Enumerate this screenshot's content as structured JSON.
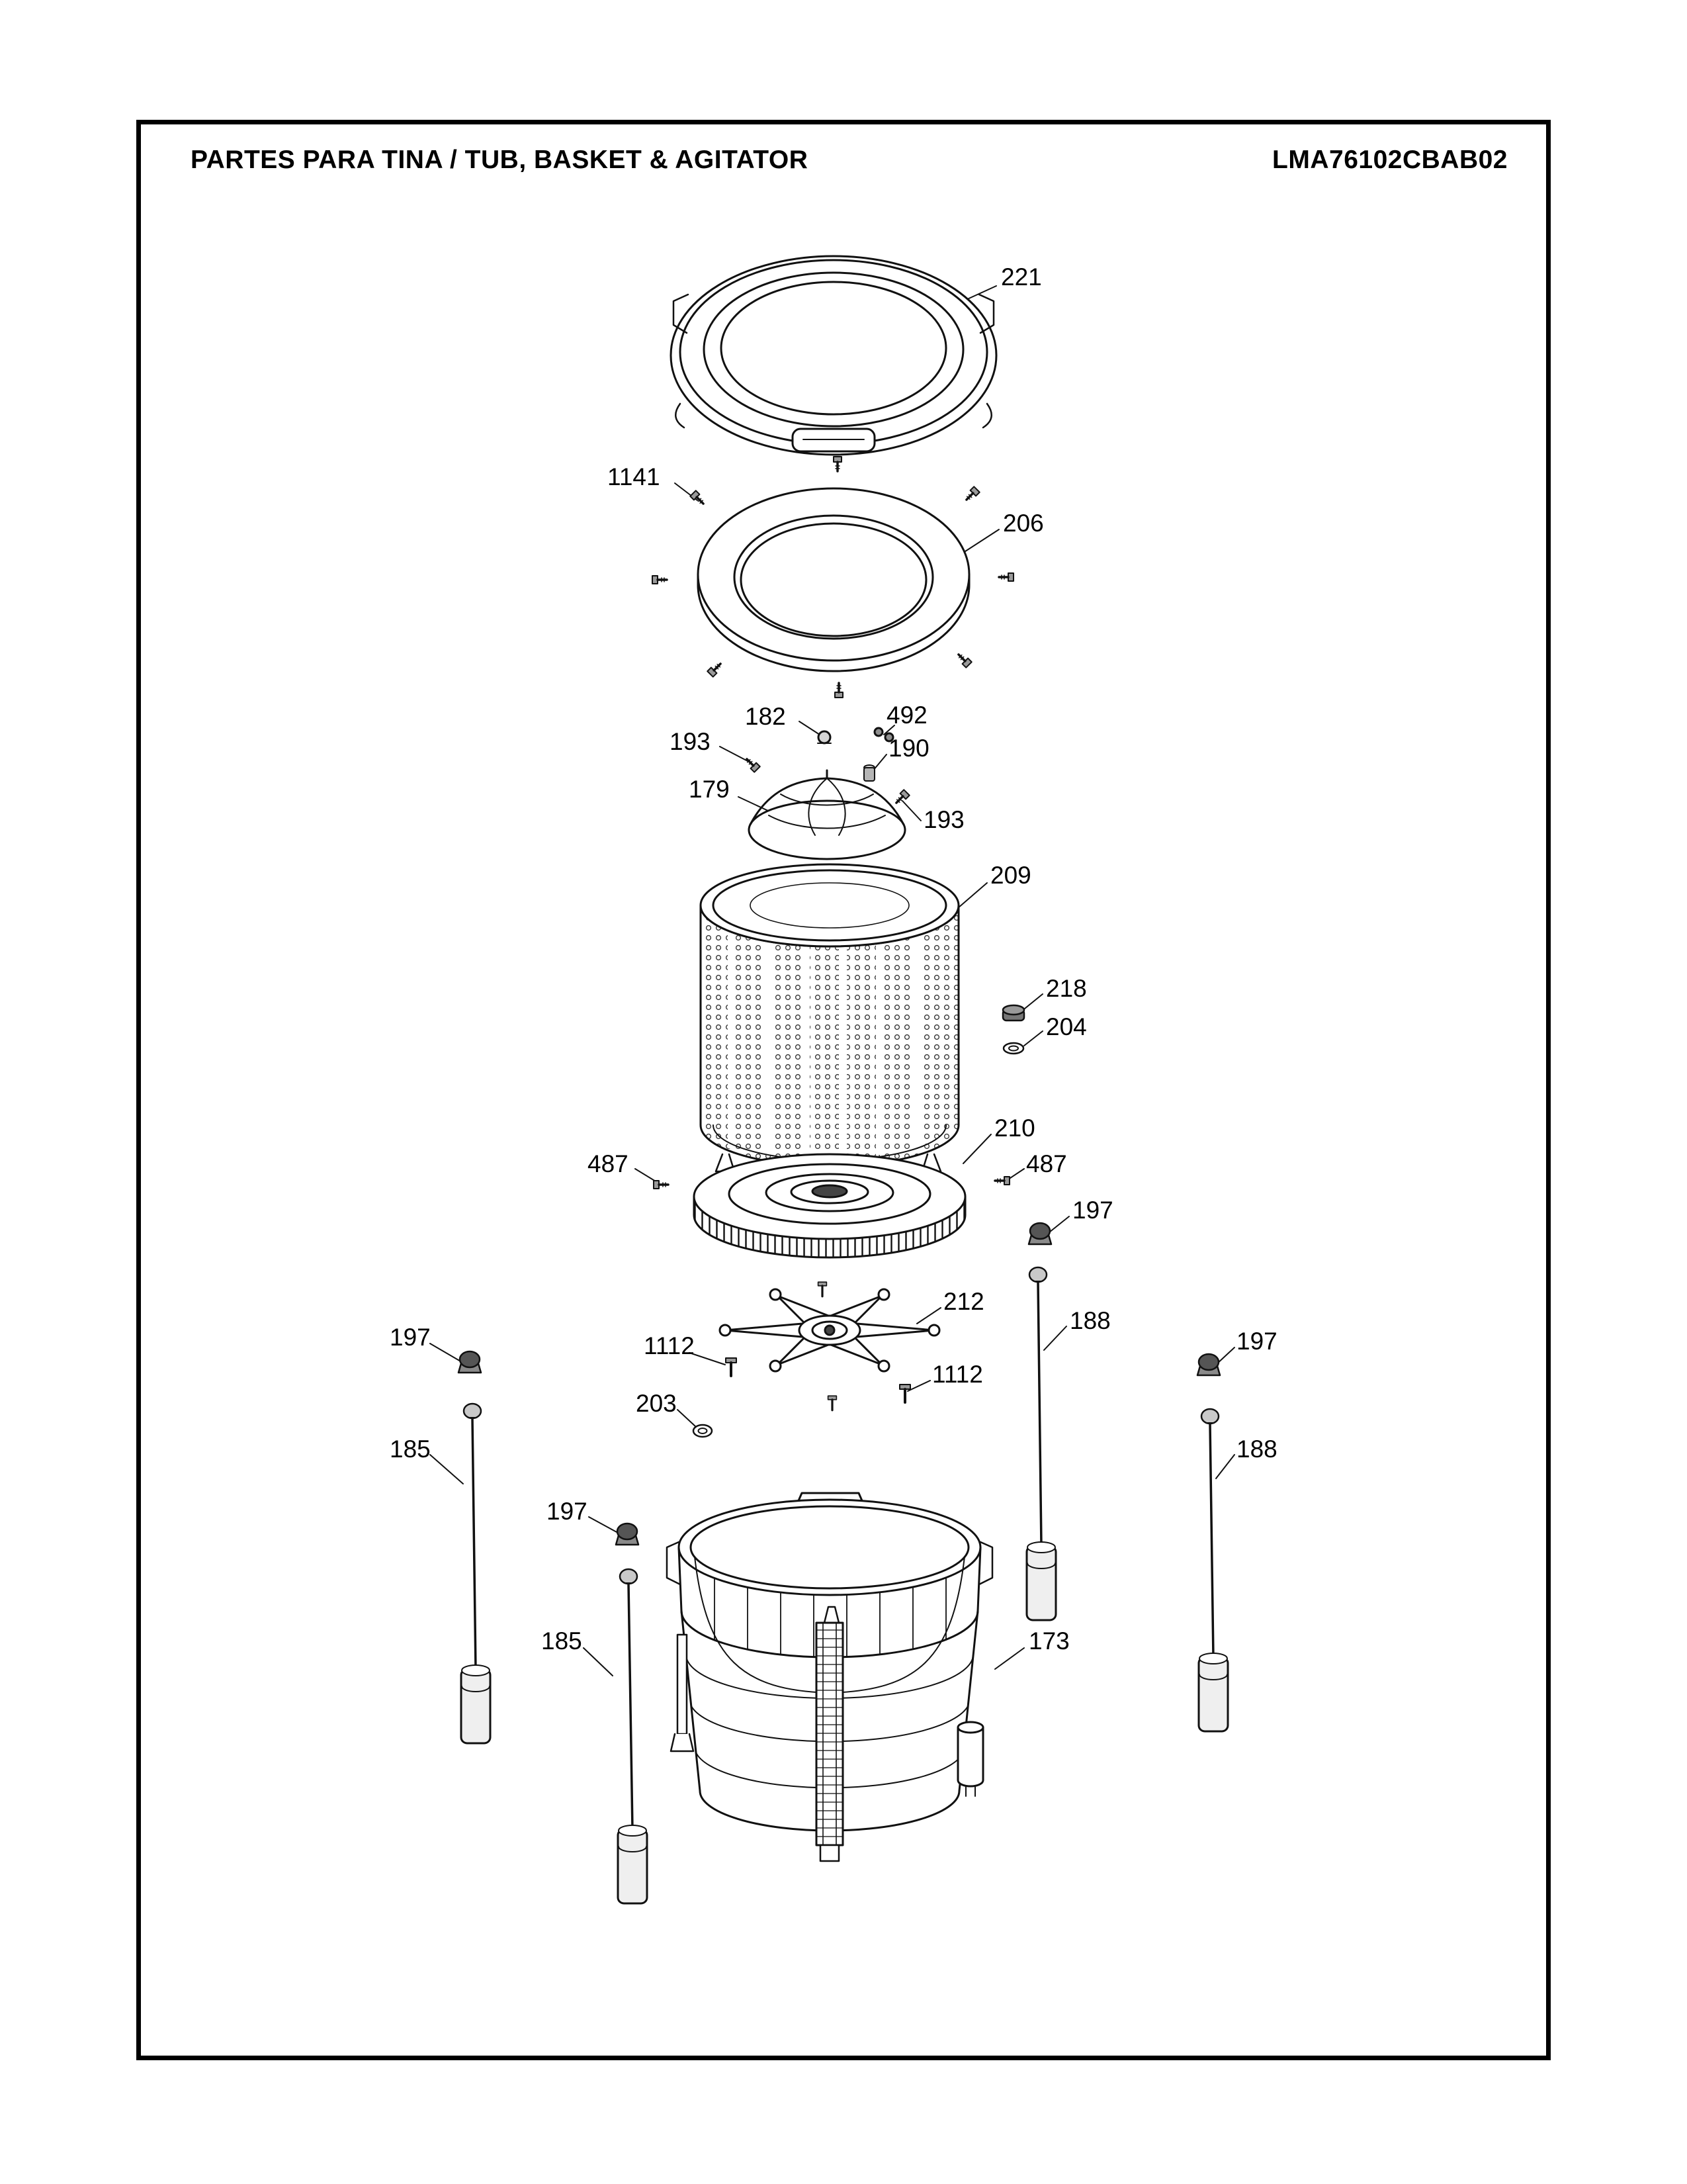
{
  "header": {
    "title": "PARTES PARA TINA / TUB, BASKET & AGITATOR",
    "code": "LMA76102CBAB02"
  },
  "callouts": [
    {
      "text": "221"
    },
    {
      "text": "1141"
    },
    {
      "text": "206"
    },
    {
      "text": "182"
    },
    {
      "text": "492"
    },
    {
      "text": "193"
    },
    {
      "text": "190"
    },
    {
      "text": "179"
    },
    {
      "text": "193"
    },
    {
      "text": "209"
    },
    {
      "text": "218"
    },
    {
      "text": "204"
    },
    {
      "text": "210"
    },
    {
      "text": "487"
    },
    {
      "text": "487"
    },
    {
      "text": "197"
    },
    {
      "text": "212"
    },
    {
      "text": "188"
    },
    {
      "text": "197"
    },
    {
      "text": "197"
    },
    {
      "text": "1112"
    },
    {
      "text": "1112"
    },
    {
      "text": "203"
    },
    {
      "text": "185"
    },
    {
      "text": "188"
    },
    {
      "text": "197"
    },
    {
      "text": "185"
    },
    {
      "text": "173"
    }
  ],
  "colors": {
    "ink": "#111111",
    "paper": "#ffffff"
  }
}
